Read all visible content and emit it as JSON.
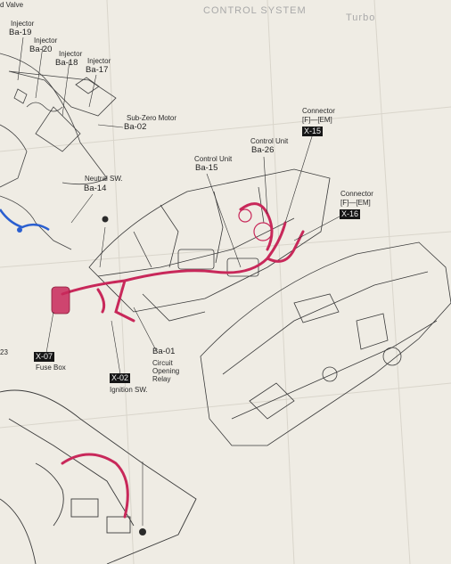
{
  "header": {
    "top_left_fragment": "d Valve",
    "faint_title": "CONTROL SYSTEM",
    "faint_corner": "Turbo"
  },
  "components": [
    {
      "id": "ba19",
      "label": "Injector",
      "code": "Ba-19"
    },
    {
      "id": "ba20",
      "label": "Injector",
      "code": "Ba-20"
    },
    {
      "id": "ba18",
      "label": "Injector",
      "code": "Ba-18"
    },
    {
      "id": "ba17",
      "label": "Injector",
      "code": "Ba-17"
    },
    {
      "id": "ba02",
      "label": "Sub-Zero Motor",
      "code": "Ba-02"
    },
    {
      "id": "ba14",
      "label": "Neutral SW.",
      "code": "Ba-14"
    },
    {
      "id": "ba15",
      "label": "Control Unit",
      "code": "Ba-15"
    },
    {
      "id": "ba26",
      "label": "Control Unit",
      "code": "Ba-26"
    },
    {
      "id": "ba01",
      "label": "Circuit Opening Relay",
      "code": "Ba-01"
    }
  ],
  "connectors": [
    {
      "id": "x15",
      "label": "Connector",
      "sub": "[F]—[EM]",
      "code": "X-15"
    },
    {
      "id": "x16",
      "label": "Connector",
      "sub": "[F]—[EM]",
      "code": "X-16"
    },
    {
      "id": "x07",
      "label": "Fuse Box",
      "code": "X-07"
    },
    {
      "id": "x02",
      "label": "Ignition SW.",
      "code": "X-02"
    }
  ],
  "margin_number": "23",
  "colors": {
    "harness_red": "#c8285a",
    "harness_blue": "#2a5fd0",
    "paper": "#efece4",
    "ink": "#2a2a2a"
  }
}
